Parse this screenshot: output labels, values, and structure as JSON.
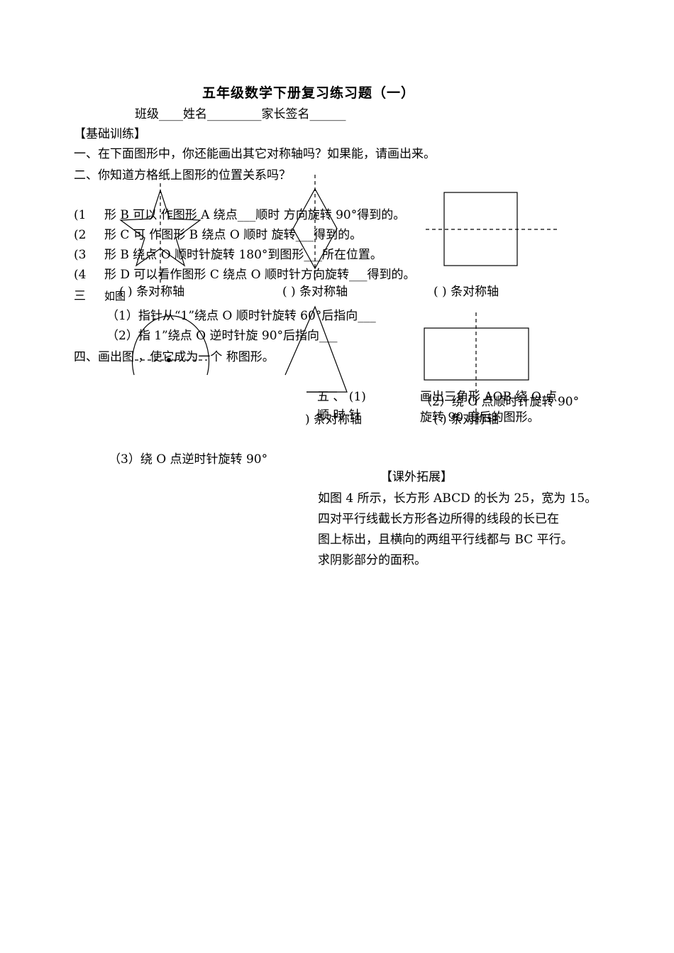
{
  "title": "五年级数学下册复习练习题（一）",
  "header_line": "班级____姓名_________家长签名______",
  "section_basic": "【基础训练】",
  "q1": "一、在下面图形中，你还能画出其它对称轴吗？如果能，请画出来。",
  "q2": "二、你知道方格纸上图形的位置关系吗？",
  "q2_items": [
    {
      "num": "(1",
      "text": "形 B 可以  作图形 A 绕点___顺时  方向旋转 90°得到的。"
    },
    {
      "num": "(2",
      "text": "形 C 可      作图形 B 绕点 O 顺时      旋转___得到的。"
    },
    {
      "num": "(3",
      "text": "形 B 绕点 O  顺时针旋转 180°到图形___所在位置。"
    },
    {
      "num": "(4",
      "text": "形 D 可以看作图形 C 绕点 O 顺时针方向旋转___得到的。"
    }
  ],
  "q3_prefix": "三",
  "q3_fig": "如图",
  "axis_labels": [
    "(    ) 条对称轴",
    "(    ) 条对称轴",
    "(    ) 条对称轴"
  ],
  "axis_labels_2": [
    ") 条对称轴",
    "(    ) 条对称轴"
  ],
  "q3_items": [
    "（1）指针从“1”绕点 O 顺时针旋转 60°后指向___",
    "（2）指      1”绕点 O 逆时针旋   90°后指向___"
  ],
  "q4": "四、画出图        ，使它成为一个     称图形。",
  "q5_a": "五 、 (1)",
  "q5_b": "顺 时 针",
  "q5_c": "画出三角形 AOB 绕 O 点",
  "q5_2": "（2）绕 O 点顺时针旋转 90°",
  "q5_2b": "旋转 90 度后的图形。",
  "q5_3": "（3）绕 O 点逆时针旋转 90°",
  "section_extra": "【课外拓展】",
  "extra_lines": [
    "如图 4 所示，长方形 ABCD 的长为 25，宽为 15。",
    "四对平行线截长方形各边所得的线段的长已在",
    "图上标出，且横向的两组平行线都与 BC 平行。",
    "求阴影部分的面积。"
  ]
}
